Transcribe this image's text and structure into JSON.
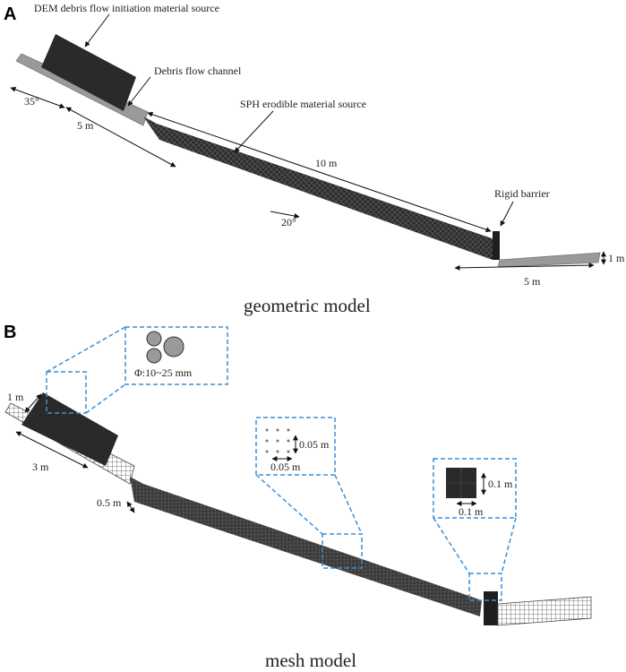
{
  "panel_a": {
    "letter": "A",
    "caption": "geometric model",
    "labels": {
      "dem_source": "DEM debris flow initiation material source",
      "channel": "Debris flow channel",
      "sph_source": "SPH erodible material source",
      "rigid_barrier": "Rigid barrier",
      "angle_upper": "35°",
      "angle_lower": "20°",
      "len_upper": "5 m",
      "len_middle": "10 m",
      "len_runout": "5 m",
      "barrier_height": "1 m"
    }
  },
  "panel_b": {
    "letter": "B",
    "caption": "mesh model",
    "labels": {
      "particle_size": "Φ:10~25 mm",
      "block_height": "1 m",
      "block_length": "3 m",
      "sph_thickness": "0.5 m",
      "sph_spacing_v": "0.05 m",
      "sph_spacing_h": "0.05 m",
      "barrier_mesh_v": "0.1 m",
      "barrier_mesh_h": "0.1 m"
    }
  },
  "colors": {
    "dark": "#2a2a2a",
    "channel": "#9a9a9a",
    "zoom_box": "#3b8fd6"
  }
}
